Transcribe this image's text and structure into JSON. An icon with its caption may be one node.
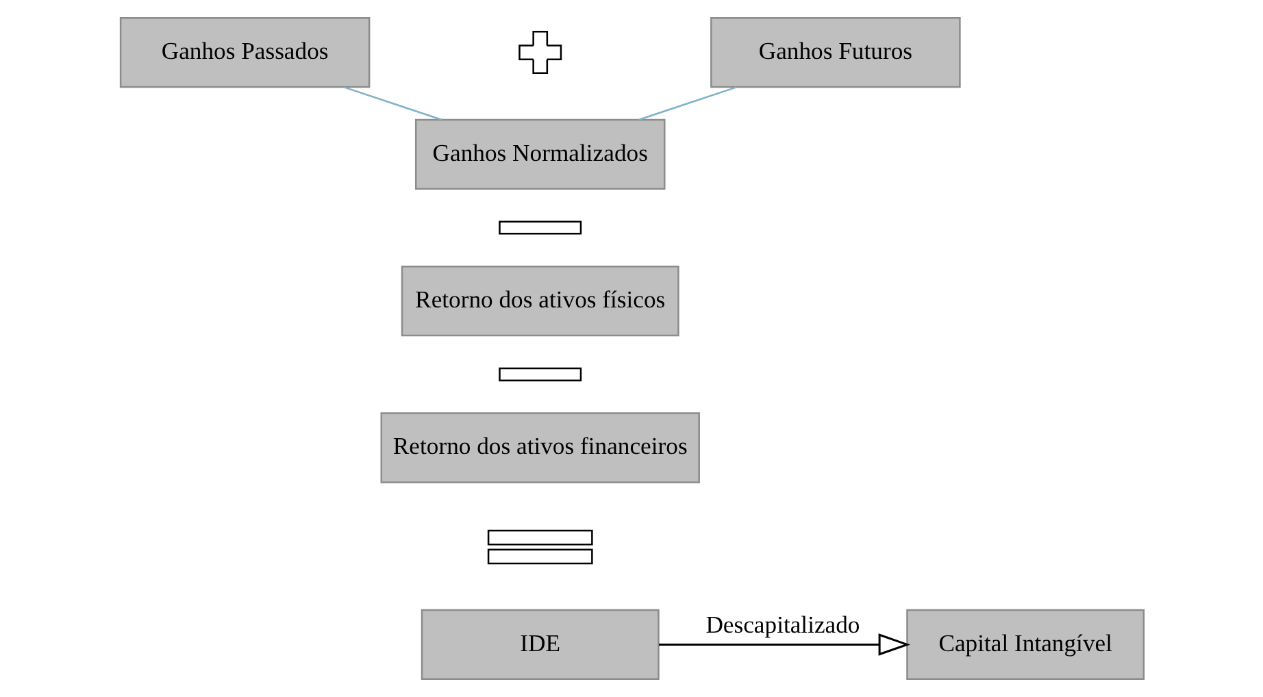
{
  "diagram": {
    "nodes": [
      {
        "text": [
          "Ganhos Passados"
        ]
      },
      {
        "text": [],
        "shape": "cross"
      },
      {
        "text": [
          "Ganhos Futuros"
        ]
      },
      {
        "text": [
          "Ganhos Normalizados"
        ]
      },
      {
        "text": [],
        "shape": "bar"
      },
      {
        "text": [
          "Retorno dos ativos físicos"
        ]
      },
      {
        "text": [],
        "shape": "bar"
      },
      {
        "text": [
          "Retorno dos ativos financeiros"
        ]
      },
      {
        "text": [],
        "shape": "equals"
      },
      {
        "text": [
          "IDE"
        ]
      },
      {
        "text": [
          "Capital Intangível"
        ]
      }
    ],
    "edges": [
      {
        "from": 0,
        "to": 3,
        "arrow": "none"
      },
      {
        "from": 2,
        "to": 3,
        "arrow": "none"
      },
      {
        "from": 9,
        "to": 10,
        "arrow": "to",
        "label": "Descapitalizado",
        "color": "#000000"
      }
    ]
  }
}
